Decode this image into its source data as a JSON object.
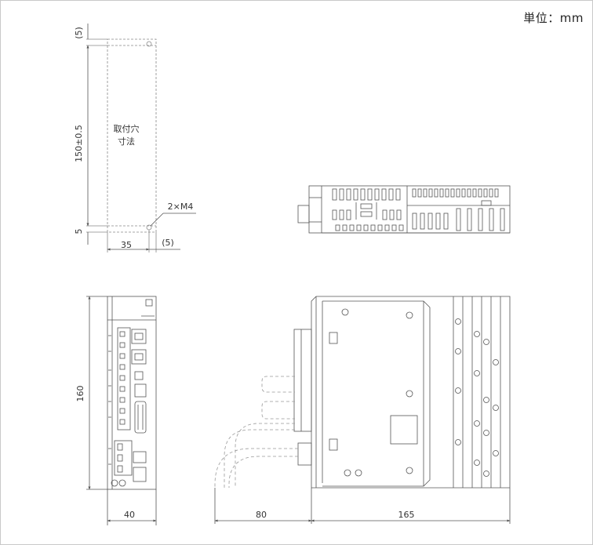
{
  "unit_label": "単位：mm",
  "mounting": {
    "label_line1": "取付穴",
    "label_line2": "寸法",
    "hole_label": "2×M4",
    "dim_top": "(5)",
    "dim_height": "150±0.5",
    "dim_bottom": "5",
    "dim_width": "35",
    "dim_side": "(5)"
  },
  "front_view": {
    "dim_height": "160",
    "dim_width": "40"
  },
  "side_view": {
    "dim_cable": "80",
    "dim_depth": "165"
  }
}
